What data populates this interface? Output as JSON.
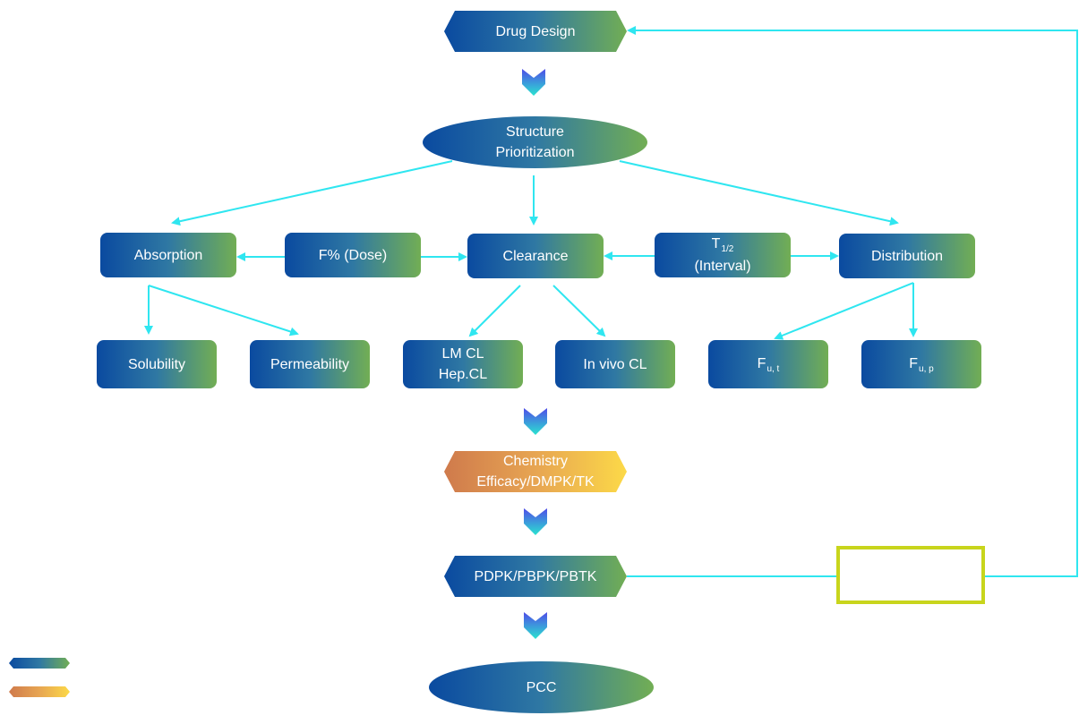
{
  "colors": {
    "connector": "#2fe6f0",
    "gradient_blue": [
      "#0a4aa0",
      "#72ae54"
    ],
    "gradient_orange": [
      "#cf7a4c",
      "#fcd948"
    ],
    "decision_border": "#c8d51c",
    "chevron_top": "#4f4ce8",
    "chevron_bottom": "#2ae3d0"
  },
  "nodes": {
    "drug_design": "Drug Design",
    "structure_prioritization": [
      "Structure",
      "Prioritization"
    ],
    "absorption": "Absorption",
    "f_dose": "F% (Dose)",
    "clearance": "Clearance",
    "half_life": {
      "main": "T",
      "sub": "1/2",
      "line2": "(Interval)"
    },
    "distribution": "Distribution",
    "solubility": "Solubility",
    "permeability": "Permeability",
    "lm_cl": [
      "LM CL",
      "Hep.CL"
    ],
    "in_vivo_cl": "In vivo CL",
    "fu_t": {
      "main": "F",
      "sub": "u, t"
    },
    "fu_p": {
      "main": "F",
      "sub": "u, p"
    },
    "chemistry": [
      "Chemistry",
      "Efficacy/DMPK/TK"
    ],
    "pdpk": "PDPK/PBPK/PBTK",
    "pcc": "PCC"
  },
  "legend": [
    {
      "style": "blue"
    },
    {
      "style": "orange"
    }
  ]
}
